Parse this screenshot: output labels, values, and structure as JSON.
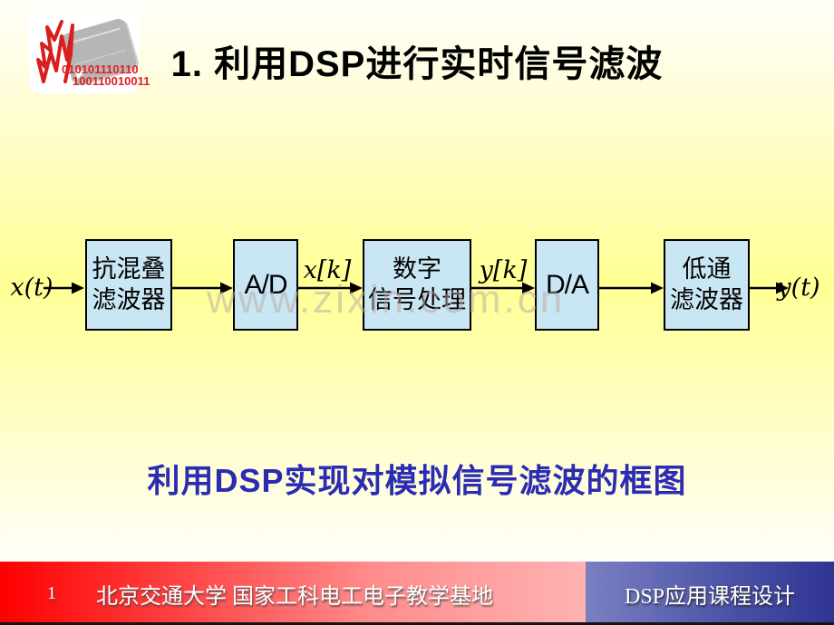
{
  "title": "1. 利用DSP进行实时信号滤波",
  "logo": {
    "binary_line1": "010101110110",
    "binary_line2": "100110010011"
  },
  "watermark": {
    "text": "www.zixin.com.cn"
  },
  "diagram": {
    "input_label": "x(t)",
    "signal_after_ad": "x[k]",
    "signal_after_dsp": "y[k]",
    "output_label": "y(t)",
    "blocks": [
      {
        "id": "anti-aliasing-filter",
        "label": "抗混叠\n滤波器"
      },
      {
        "id": "ad-converter",
        "label": "A/D"
      },
      {
        "id": "dsp-processing",
        "label": "数字\n信号处理"
      },
      {
        "id": "da-converter",
        "label": "D/A"
      },
      {
        "id": "lowpass-filter",
        "label": "低通\n滤波器"
      }
    ]
  },
  "caption": "利用DSP实现对模拟信号滤波的框图",
  "footer": {
    "slide_number": "1",
    "left_text": "北京交通大学 国家工科电工电子教学基地",
    "right_text": "DSP应用课程设计"
  },
  "colors": {
    "background_yellow": "#FFFF94",
    "background_edge": "#FFFFFA",
    "block_fill": "#C9E6F4",
    "block_border": "#000000",
    "title_color": "#000000",
    "caption_blue": "#2B2BB4",
    "watermark_gray": "#BAA6A0",
    "logo_binary_red": "#E02020",
    "footer_red_left": "#FF0000",
    "footer_red_right": "#FFB2B2",
    "footer_blue_left": "#7A80C2",
    "footer_blue_right": "#2E3492",
    "footer_text": "#FFFFFF"
  }
}
